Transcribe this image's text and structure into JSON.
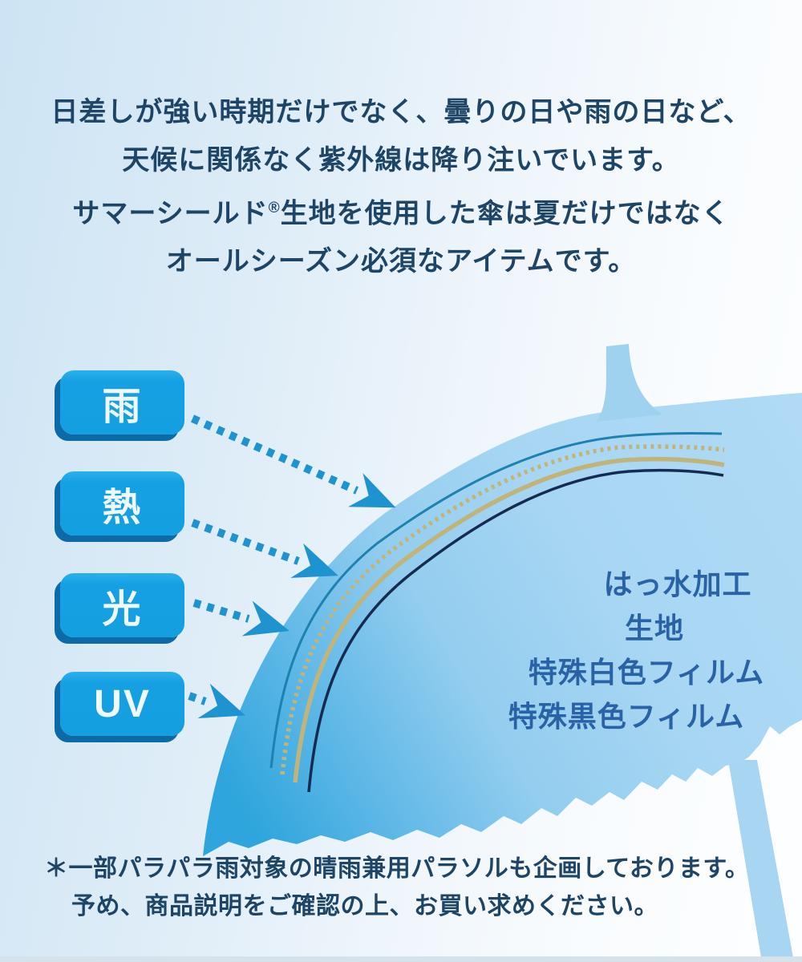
{
  "header": {
    "line1": "日差しが強い時期だけでなく、曇りの日や雨の日など、",
    "line2": "天候に関係なく紫外線は降り注いでいます。",
    "line3_prefix": "サマーシールド",
    "line3_reg": "®",
    "line3_suffix": "生地を使用した傘は夏だけではなく",
    "line4": "オールシーズン必須なアイテムです。"
  },
  "blocked_elements": [
    {
      "label": "雨"
    },
    {
      "label": "熱"
    },
    {
      "label": "光"
    },
    {
      "label": "UV"
    }
  ],
  "layer_labels": [
    {
      "label": "はっ水加工"
    },
    {
      "label": "生地"
    },
    {
      "label": "特殊白色フィルム"
    },
    {
      "label": "特殊黒色フィルム"
    }
  ],
  "footnote": {
    "line1": "＊一部パラパラ雨対象の晴雨兼用パラソルも企画しております。",
    "line2": "予め、商品説明をご確認の上、お買い求めください。"
  },
  "colors": {
    "chip_blue": "#14a0e2",
    "chip_shadow": "#0c6ba6",
    "arrow_blue": "#1d93d0",
    "canopy_edge_blue": "#31a7dd",
    "canopy_light_blue": "#aed9f4",
    "line_teal": "#1e81b2",
    "line_tan": "#c1b47a",
    "line_navy": "#162b50",
    "text_navy": "#1e4566",
    "text_label_blue": "#2a62a6"
  }
}
